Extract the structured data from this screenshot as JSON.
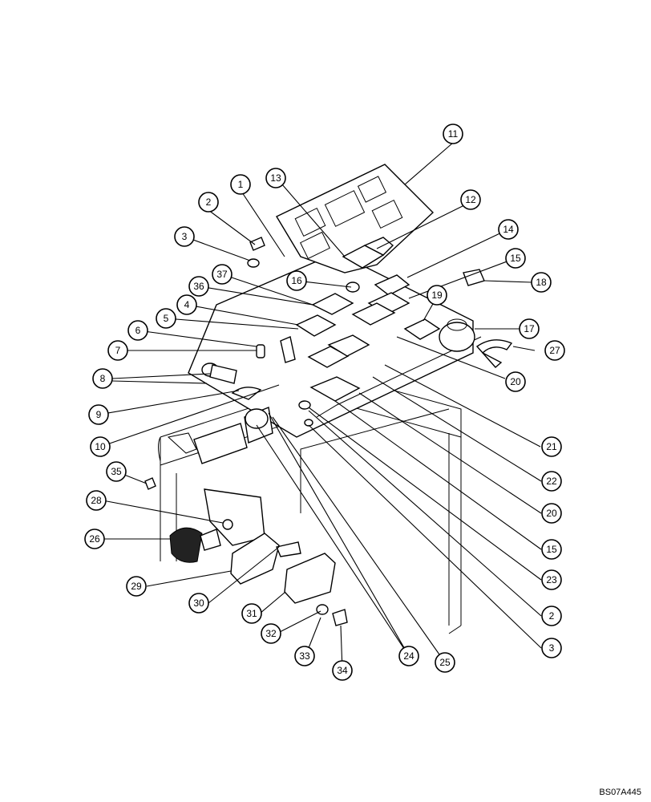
{
  "figure": {
    "reference_code": "BS07A445",
    "callouts": [
      {
        "label": "11"
      },
      {
        "label": "1"
      },
      {
        "label": "13"
      },
      {
        "label": "12"
      },
      {
        "label": "2"
      },
      {
        "label": "14"
      },
      {
        "label": "3"
      },
      {
        "label": "15"
      },
      {
        "label": "37"
      },
      {
        "label": "16"
      },
      {
        "label": "18"
      },
      {
        "label": "36"
      },
      {
        "label": "19"
      },
      {
        "label": "4"
      },
      {
        "label": "5"
      },
      {
        "label": "17"
      },
      {
        "label": "6"
      },
      {
        "label": "27"
      },
      {
        "label": "7"
      },
      {
        "label": "8"
      },
      {
        "label": "20"
      },
      {
        "label": "9"
      },
      {
        "label": "10"
      },
      {
        "label": "21"
      },
      {
        "label": "35"
      },
      {
        "label": "22"
      },
      {
        "label": "28"
      },
      {
        "label": "20"
      },
      {
        "label": "26"
      },
      {
        "label": "15"
      },
      {
        "label": "29"
      },
      {
        "label": "23"
      },
      {
        "label": "30"
      },
      {
        "label": "31"
      },
      {
        "label": "2"
      },
      {
        "label": "32"
      },
      {
        "label": "3"
      },
      {
        "label": "33"
      },
      {
        "label": "24"
      },
      {
        "label": "25"
      },
      {
        "label": "34"
      }
    ]
  }
}
